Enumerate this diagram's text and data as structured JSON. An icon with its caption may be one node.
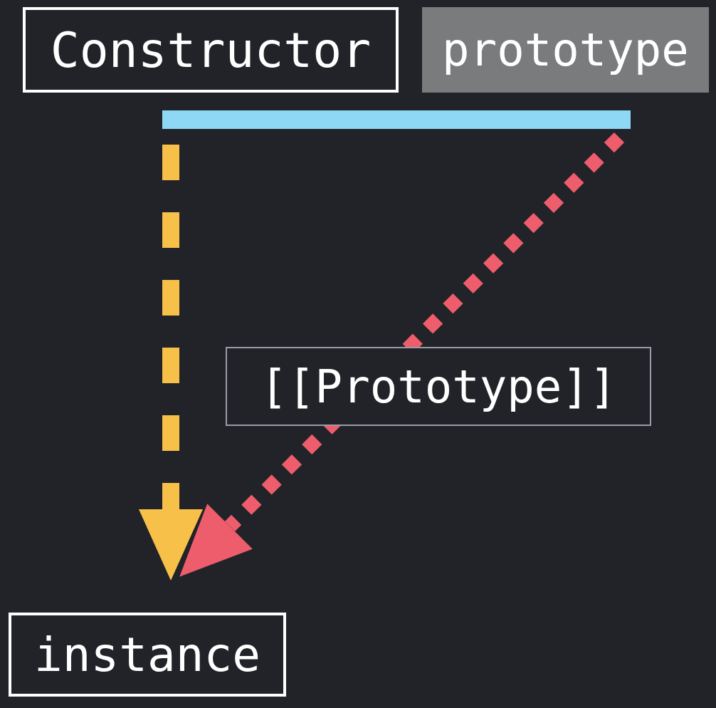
{
  "diagram": {
    "nodes": [
      {
        "text": [
          "Constructor"
        ]
      },
      {
        "text": [
          "prototype"
        ]
      },
      {
        "text": [],
        "shape": "bar"
      },
      {
        "text": [
          "instance"
        ]
      }
    ],
    "edges": [
      {
        "from": 2,
        "to": 3,
        "arrow": "to",
        "style": "dashed",
        "color": "#f6c049"
      },
      {
        "from": 2,
        "to": 3,
        "arrow": "to",
        "style": "dashed",
        "color": "#ee5d6c",
        "label": "[[Prototype]]"
      }
    ]
  }
}
